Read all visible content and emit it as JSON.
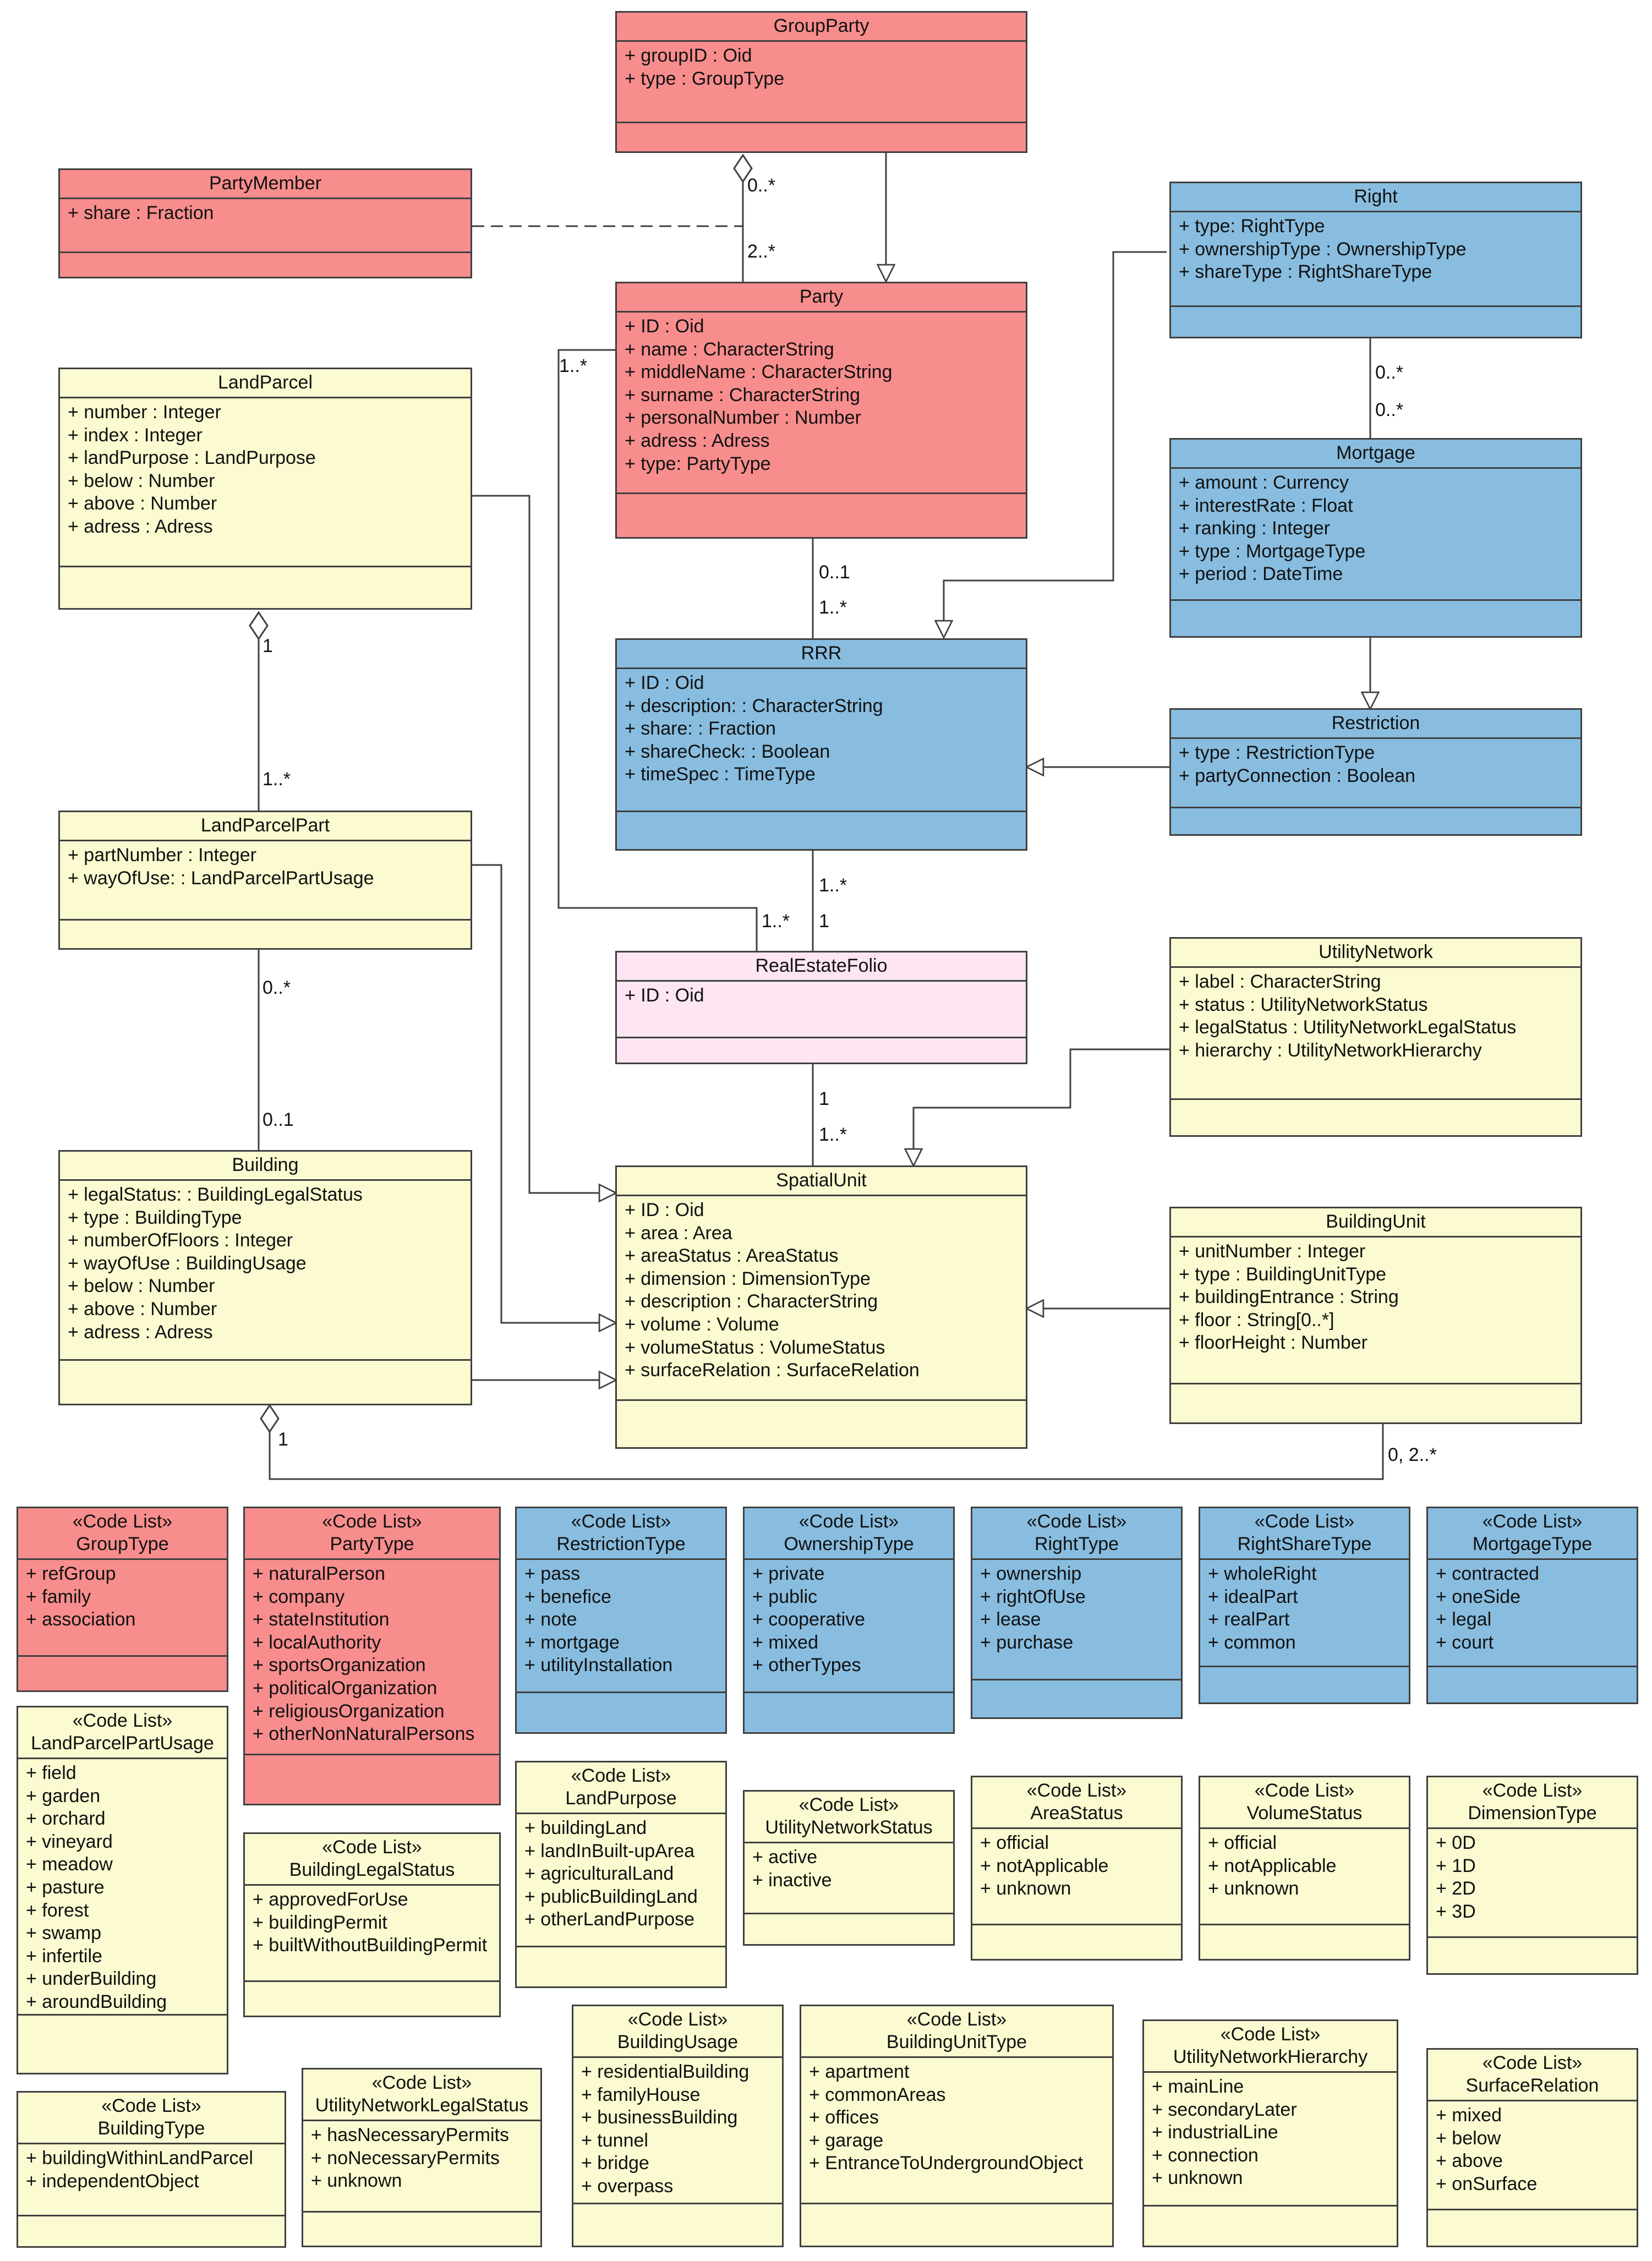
{
  "classes": [
    {
      "id": "groupparty",
      "name": "GroupParty",
      "color": "red",
      "attrs": [
        "+ groupID : Oid",
        "+ type : GroupType"
      ]
    },
    {
      "id": "partymember",
      "name": "PartyMember",
      "color": "red",
      "attrs": [
        "+ share : Fraction"
      ]
    },
    {
      "id": "party",
      "name": "Party",
      "color": "red",
      "attrs": [
        "+ ID : Oid",
        "+ name : CharacterString",
        "+ middleName : CharacterString",
        "+ surname : CharacterString",
        "+ personalNumber : Number",
        "+ adress : Adress",
        "+ type: PartyType"
      ]
    },
    {
      "id": "right",
      "name": "Right",
      "color": "blue",
      "attrs": [
        "+ type: RightType",
        "+ ownershipType : OwnershipType",
        "+ shareType : RightShareType"
      ]
    },
    {
      "id": "mortgage",
      "name": "Mortgage",
      "color": "blue",
      "attrs": [
        "+ amount : Currency",
        "+ interestRate : Float",
        "+ ranking : Integer",
        "+ type : MortgageType",
        "+ period : DateTime"
      ]
    },
    {
      "id": "restriction",
      "name": "Restriction",
      "color": "blue",
      "attrs": [
        "+ type : RestrictionType",
        "+ partyConnection : Boolean"
      ]
    },
    {
      "id": "rrr",
      "name": "RRR",
      "color": "blue",
      "attrs": [
        "+ ID : Oid",
        "+ description: : CharacterString",
        "+ share: : Fraction",
        "+ shareCheck: : Boolean",
        "+ timeSpec : TimeType"
      ]
    },
    {
      "id": "landparcel",
      "name": "LandParcel",
      "color": "yel",
      "attrs": [
        "+ number : Integer",
        "+ index : Integer",
        "+ landPurpose : LandPurpose",
        "+ below : Number",
        "+ above : Number",
        "+ adress : Adress"
      ]
    },
    {
      "id": "landparcelpart",
      "name": "LandParcelPart",
      "color": "yel",
      "attrs": [
        "+ partNumber : Integer",
        "+ wayOfUse: : LandParcelPartUsage"
      ]
    },
    {
      "id": "realestatefolio",
      "name": "RealEstateFolio",
      "color": "pink",
      "attrs": [
        "+ ID : Oid"
      ]
    },
    {
      "id": "utilitynetwork",
      "name": "UtilityNetwork",
      "color": "yel",
      "attrs": [
        "+ label : CharacterString",
        "+ status : UtilityNetworkStatus",
        "+ legalStatus : UtilityNetworkLegalStatus",
        "+ hierarchy : UtilityNetworkHierarchy"
      ]
    },
    {
      "id": "building",
      "name": "Building",
      "color": "yel",
      "attrs": [
        "+ legalStatus: : BuildingLegalStatus",
        "+ type : BuildingType",
        "+ numberOfFloors : Integer",
        "+ wayOfUse : BuildingUsage",
        "+ below : Number",
        "+ above : Number",
        "+ adress : Adress"
      ]
    },
    {
      "id": "spatialunit",
      "name": "SpatialUnit",
      "color": "yel",
      "attrs": [
        "+ ID : Oid",
        "+ area : Area",
        "+ areaStatus : AreaStatus",
        "+ dimension : DimensionType",
        "+ description : CharacterString",
        "+ volume : Volume",
        "+ volumeStatus : VolumeStatus",
        "+ surfaceRelation : SurfaceRelation"
      ]
    },
    {
      "id": "buildingunit",
      "name": "BuildingUnit",
      "color": "yel",
      "attrs": [
        "+ unitNumber : Integer",
        "+ type : BuildingUnitType",
        "+ buildingEntrance : String",
        "+ floor : String[0..*]",
        "+ floorHeight : Number"
      ]
    },
    {
      "id": "cl_grouptype",
      "stereotype": "«Code List»",
      "name": "GroupType",
      "color": "red",
      "attrs": [
        "+ refGroup",
        "+ family",
        "+ association"
      ]
    },
    {
      "id": "cl_partytype",
      "stereotype": "«Code List»",
      "name": "PartyType",
      "color": "red",
      "attrs": [
        "+ naturalPerson",
        "+ company",
        "+ stateInstitution",
        "+ localAuthority",
        "+ sportsOrganization",
        "+ politicalOrganization",
        "+ religiousOrganization",
        "+ otherNonNaturalPersons"
      ]
    },
    {
      "id": "cl_restrictiontype",
      "stereotype": "«Code List»",
      "name": "RestrictionType",
      "color": "blue",
      "attrs": [
        "+ pass",
        "+ benefice",
        "+ note",
        "+ mortgage",
        "+ utilityInstallation"
      ]
    },
    {
      "id": "cl_ownershiptype",
      "stereotype": "«Code List»",
      "name": "OwnershipType",
      "color": "blue",
      "attrs": [
        "+ private",
        "+ public",
        "+ cooperative",
        "+ mixed",
        "+ otherTypes"
      ]
    },
    {
      "id": "cl_righttype",
      "stereotype": "«Code List»",
      "name": "RightType",
      "color": "blue",
      "attrs": [
        "+ ownership",
        "+ rightOfUse",
        "+ lease",
        "+ purchase"
      ]
    },
    {
      "id": "cl_rightsharetype",
      "stereotype": "«Code List»",
      "name": "RightShareType",
      "color": "blue",
      "attrs": [
        "+ wholeRight",
        "+ idealPart",
        "+ realPart",
        "+ common"
      ]
    },
    {
      "id": "cl_mortgagetype",
      "stereotype": "«Code List»",
      "name": "MortgageType",
      "color": "blue",
      "attrs": [
        "+ contracted",
        "+ oneSide",
        "+ legal",
        "+ court"
      ]
    },
    {
      "id": "cl_landparcelpartusage",
      "stereotype": "«Code List»",
      "name": "LandParcelPartUsage",
      "color": "yel",
      "attrs": [
        "+ field",
        "+ garden",
        "+ orchard",
        "+ vineyard",
        "+ meadow",
        "+ pasture",
        "+ forest",
        "+ swamp",
        "+ infertile",
        "+ underBuilding",
        "+ aroundBuilding"
      ]
    },
    {
      "id": "cl_landpurpose",
      "stereotype": "«Code List»",
      "name": "LandPurpose",
      "color": "yel",
      "attrs": [
        "+ buildingLand",
        "+ landInBuilt-upArea",
        "+ agriculturalLand",
        "+ publicBuildingLand",
        "+ otherLandPurpose"
      ]
    },
    {
      "id": "cl_utilitynetworkstatus",
      "stereotype": "«Code List»",
      "name": "UtilityNetworkStatus",
      "color": "yel",
      "attrs": [
        "+ active",
        "+ inactive"
      ]
    },
    {
      "id": "cl_areastatus",
      "stereotype": "«Code List»",
      "name": "AreaStatus",
      "color": "yel",
      "attrs": [
        "+ official",
        "+ notApplicable",
        "+ unknown"
      ]
    },
    {
      "id": "cl_volumestatus",
      "stereotype": "«Code List»",
      "name": "VolumeStatus",
      "color": "yel",
      "attrs": [
        "+ official",
        "+ notApplicable",
        "+ unknown"
      ]
    },
    {
      "id": "cl_dimensiontype",
      "stereotype": "«Code List»",
      "name": "DimensionType",
      "color": "yel",
      "attrs": [
        "+ 0D",
        "+ 1D",
        "+ 2D",
        "+ 3D"
      ]
    },
    {
      "id": "cl_buildinglegalstatus",
      "stereotype": "«Code List»",
      "name": "BuildingLegalStatus",
      "color": "yel",
      "attrs": [
        "+ approvedForUse",
        "+ buildingPermit",
        "+ builtWithoutBuildingPermit"
      ]
    },
    {
      "id": "cl_buildingtype",
      "stereotype": "«Code List»",
      "name": "BuildingType",
      "color": "yel",
      "attrs": [
        "+ buildingWithinLandParcel",
        "+ independentObject"
      ]
    },
    {
      "id": "cl_utilitynetworklegalstatus",
      "stereotype": "«Code List»",
      "name": "UtilityNetworkLegalStatus",
      "color": "yel",
      "attrs": [
        "+ hasNecessaryPermits",
        "+ noNecessaryPermits",
        "+ unknown"
      ]
    },
    {
      "id": "cl_buildingusage",
      "stereotype": "«Code List»",
      "name": "BuildingUsage",
      "color": "yel",
      "attrs": [
        "+ residentialBuilding",
        "+ familyHouse",
        "+ businessBuilding",
        "+ tunnel",
        "+ bridge",
        "+ overpass"
      ]
    },
    {
      "id": "cl_buildingunittype",
      "stereotype": "«Code List»",
      "name": "BuildingUnitType",
      "color": "yel",
      "attrs": [
        "+ apartment",
        "+ commonAreas",
        "+ offices",
        "+ garage",
        "+ EntranceToUndergroundObject"
      ]
    },
    {
      "id": "cl_utilitynetworkhierarchy",
      "stereotype": "«Code List»",
      "name": "UtilityNetworkHierarchy",
      "color": "yel",
      "attrs": [
        "+ mainLine",
        "+ secondaryLater",
        "+ industrialLine",
        "+ connection",
        "+ unknown"
      ]
    },
    {
      "id": "cl_surfacerelation",
      "stereotype": "«Code List»",
      "name": "SurfaceRelation",
      "color": "yel",
      "attrs": [
        "+ mixed",
        "+ below",
        "+ above",
        "+ onSurface"
      ]
    }
  ],
  "multiplicities": [
    {
      "id": "gp_agg",
      "text": "0..*"
    },
    {
      "id": "party_member",
      "text": "2..*"
    },
    {
      "id": "party_folio_a",
      "text": "1..*"
    },
    {
      "id": "right_mort_a",
      "text": "0..*"
    },
    {
      "id": "right_mort_b",
      "text": "0..*"
    },
    {
      "id": "party_rrr_a",
      "text": "0..1"
    },
    {
      "id": "party_rrr_b",
      "text": "1..*"
    },
    {
      "id": "lp_part_a",
      "text": "1"
    },
    {
      "id": "lp_part_b",
      "text": "1..*"
    },
    {
      "id": "rrr_folio_a",
      "text": "1..*"
    },
    {
      "id": "rrr_folio_b",
      "text": "1"
    },
    {
      "id": "party_folio_b",
      "text": "1..*"
    },
    {
      "id": "lpp_bld_a",
      "text": "0..*"
    },
    {
      "id": "lpp_bld_b",
      "text": "0..1"
    },
    {
      "id": "folio_su_a",
      "text": "1"
    },
    {
      "id": "folio_su_b",
      "text": "1..*"
    },
    {
      "id": "bld_bu_a",
      "text": "1"
    },
    {
      "id": "bld_bu_b",
      "text": "0, 2..*"
    }
  ]
}
